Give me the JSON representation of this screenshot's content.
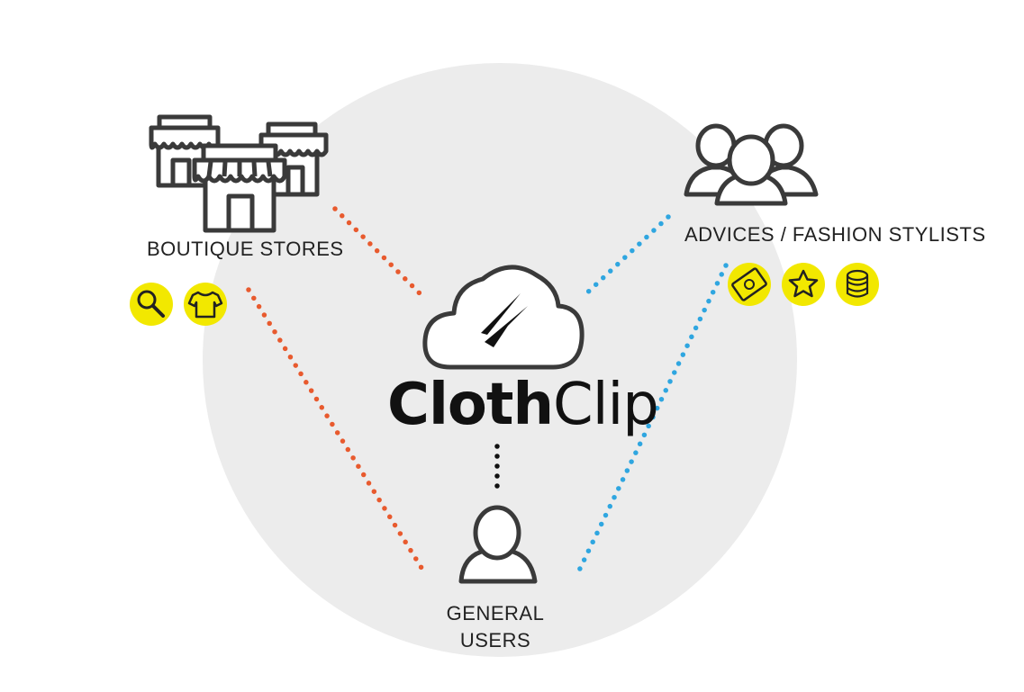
{
  "brand": {
    "name_bold": "Cloth",
    "name_regular": "Clip"
  },
  "nodes": {
    "stores": {
      "label": "BOUTIQUE STORES"
    },
    "stylists": {
      "label": "ADVICES / FASHION STYLISTS"
    },
    "users": {
      "label_line1": "GENERAL",
      "label_line2": "USERS"
    }
  },
  "colors": {
    "stores_link": "#e85a2e",
    "stylists_link": "#2fa6e0",
    "center_link": "#111111",
    "badge": "#f2e800",
    "circle": "#ececec",
    "stroke": "#3a3a3a"
  },
  "icons": {
    "stores_badges": [
      "search-icon",
      "tshirt-icon"
    ],
    "stylists_badges": [
      "money-icon",
      "star-icon",
      "coins-icon"
    ]
  }
}
